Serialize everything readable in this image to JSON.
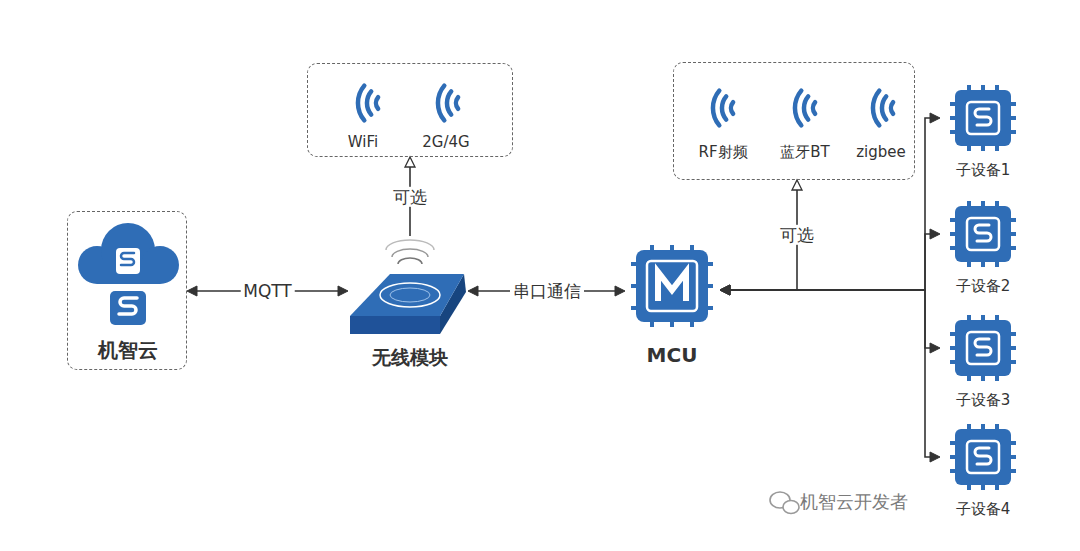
{
  "diagram": {
    "nodes": [
      {
        "text": [
          "机智云"
        ]
      },
      {
        "text": [
          "无线模块"
        ]
      },
      {
        "text": [
          "WiFi",
          "2G/4G"
        ]
      },
      {
        "text": [
          "MCU"
        ]
      },
      {
        "text": [
          "RF射频",
          "蓝牙BT",
          "zigbee"
        ]
      },
      {
        "text": [
          "子设备1"
        ]
      },
      {
        "text": [
          "子设备2"
        ]
      },
      {
        "text": [
          "子设备3"
        ]
      },
      {
        "text": [
          "子设备4"
        ]
      }
    ],
    "edges": [
      {
        "from": 0,
        "to": 1,
        "label": "MQTT",
        "arrow": "both"
      },
      {
        "from": 1,
        "to": 2,
        "label": "可选",
        "arrow": "to"
      },
      {
        "from": 1,
        "to": 3,
        "label": "串口通信",
        "arrow": "both"
      },
      {
        "from": 3,
        "to": 4,
        "label": "可选",
        "arrow": "to"
      },
      {
        "from": 3,
        "to": 5,
        "arrow": "both"
      },
      {
        "from": 3,
        "to": 6,
        "arrow": "both"
      },
      {
        "from": 3,
        "to": 7,
        "arrow": "both"
      },
      {
        "from": 3,
        "to": 8,
        "arrow": "both"
      }
    ],
    "labels": [
      "机智云开发者"
    ]
  }
}
